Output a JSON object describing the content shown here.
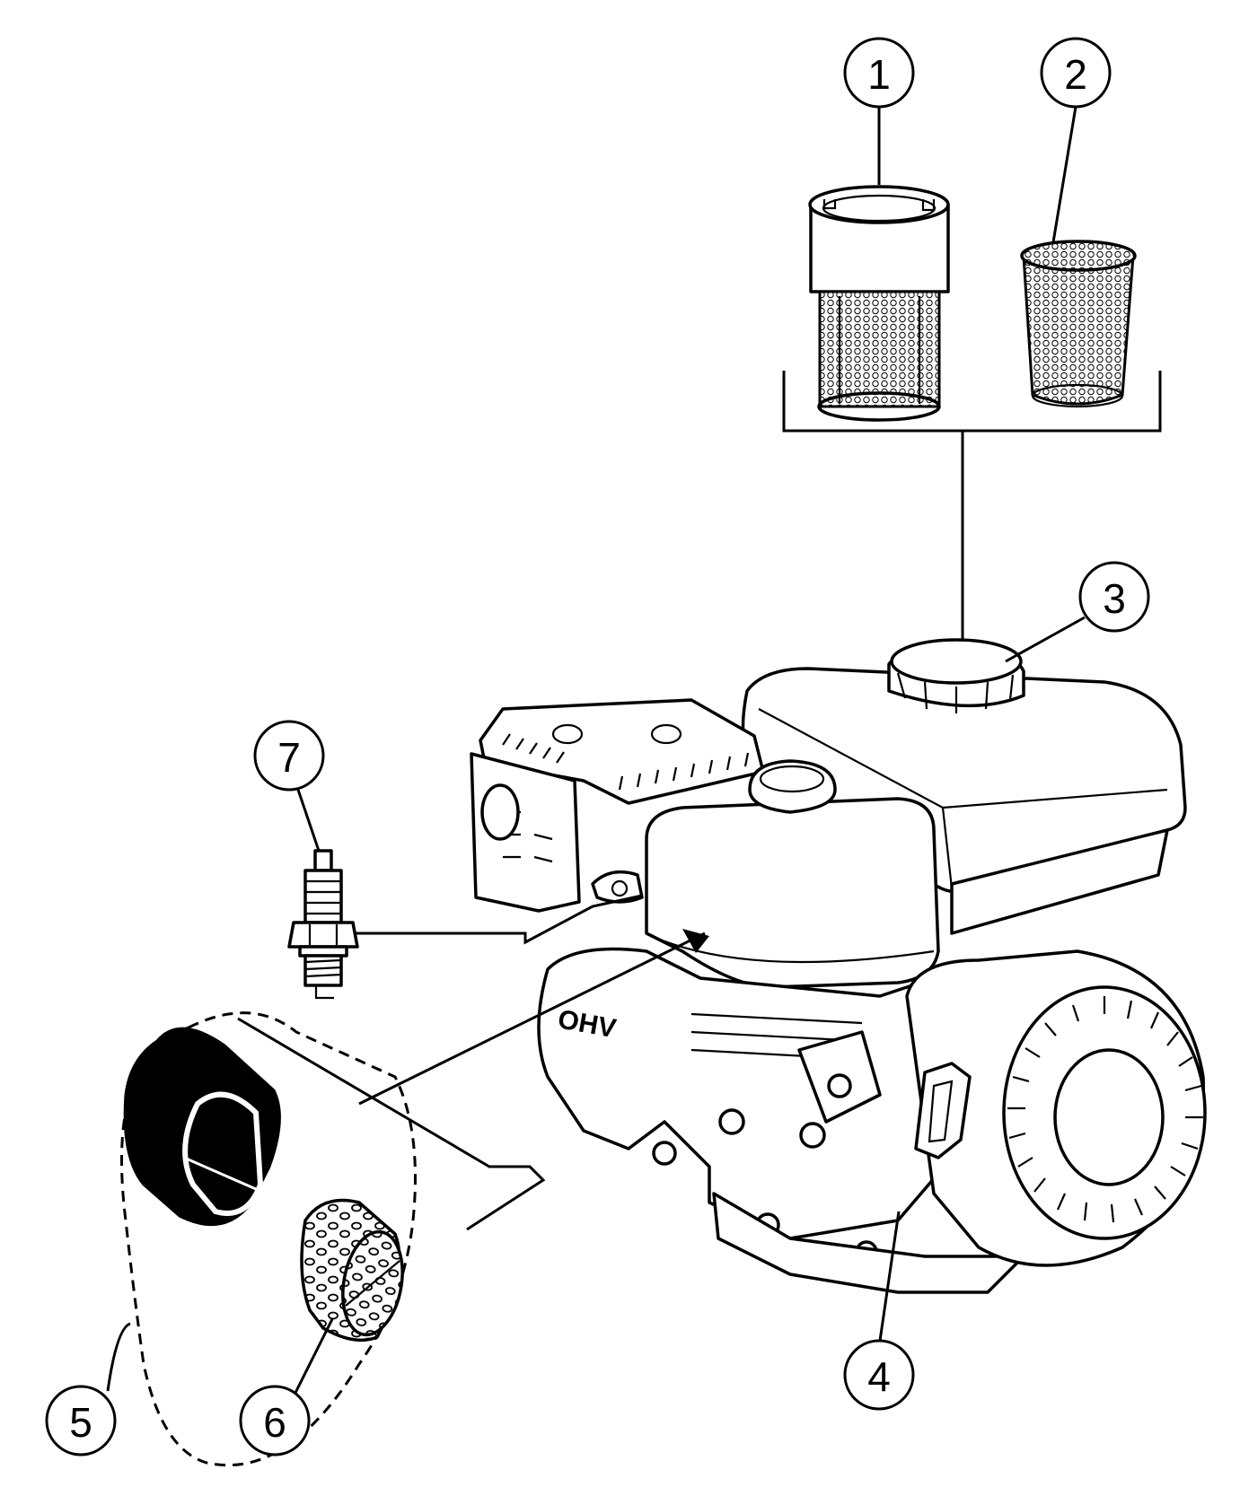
{
  "callouts": [
    {
      "id": "1",
      "label": "1"
    },
    {
      "id": "2",
      "label": "2"
    },
    {
      "id": "3",
      "label": "3"
    },
    {
      "id": "4",
      "label": "4"
    },
    {
      "id": "5",
      "label": "5"
    },
    {
      "id": "6",
      "label": "6"
    },
    {
      "id": "7",
      "label": "7"
    }
  ],
  "engine_marking": "OHV",
  "parts": [
    {
      "callout": "1",
      "name": "fuel-filter-strainer-with-sleeve"
    },
    {
      "callout": "2",
      "name": "fuel-filter-strainer"
    },
    {
      "callout": "3",
      "name": "fuel-tank-cap"
    },
    {
      "callout": "4",
      "name": "recoil-starter-grip"
    },
    {
      "callout": "5",
      "name": "air-filter-foam-element"
    },
    {
      "callout": "6",
      "name": "air-filter-paper-element"
    },
    {
      "callout": "7",
      "name": "spark-plug"
    }
  ]
}
